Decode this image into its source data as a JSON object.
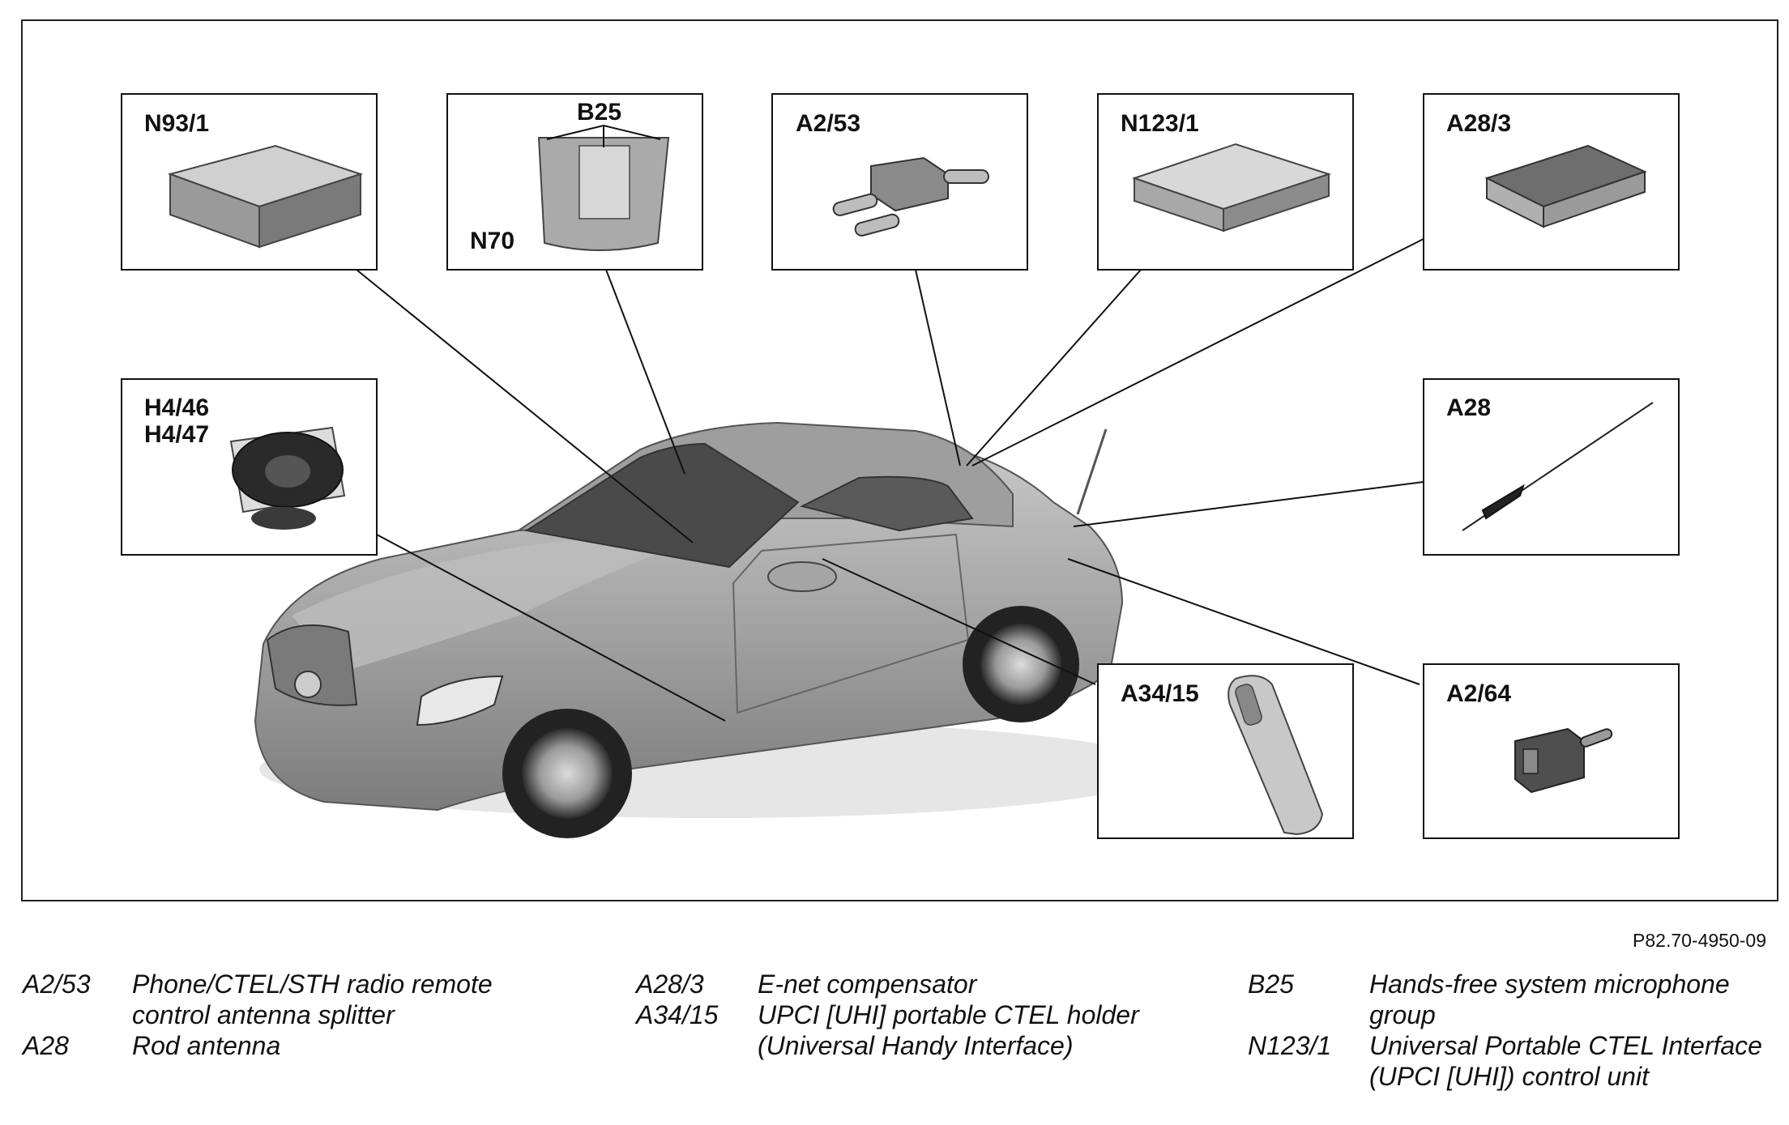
{
  "callouts": {
    "n93_1": "N93/1",
    "b25": "B25",
    "n70": "N70",
    "a2_53": "A2/53",
    "n123_1": "N123/1",
    "a28_3": "A28/3",
    "h4_46": "H4/46",
    "h4_47": "H4/47",
    "a28": "A28",
    "a34_15": "A34/15",
    "a2_64": "A2/64"
  },
  "reference": "P82.70-4950-09",
  "legend": {
    "col1": [
      {
        "key": "A2/53",
        "lines": [
          "Phone/CTEL/STH radio remote",
          "control antenna splitter"
        ]
      },
      {
        "key": "A28",
        "lines": [
          "Rod antenna"
        ]
      }
    ],
    "col2": [
      {
        "key": "A28/3",
        "lines": [
          "E-net compensator"
        ]
      },
      {
        "key": "A34/15",
        "lines": [
          "UPCI [UHI] portable CTEL holder",
          "(Universal Handy Interface)"
        ]
      }
    ],
    "col3": [
      {
        "key": "B25",
        "lines": [
          "Hands-free system microphone",
          "group"
        ]
      },
      {
        "key": "N123/1",
        "lines": [
          "Universal Portable CTEL Interface",
          "(UPCI [UHI]) control unit"
        ]
      }
    ]
  },
  "colors": {
    "car_body": "#a8a8a8",
    "outline": "#1a1a1a",
    "background": "#ffffff"
  }
}
